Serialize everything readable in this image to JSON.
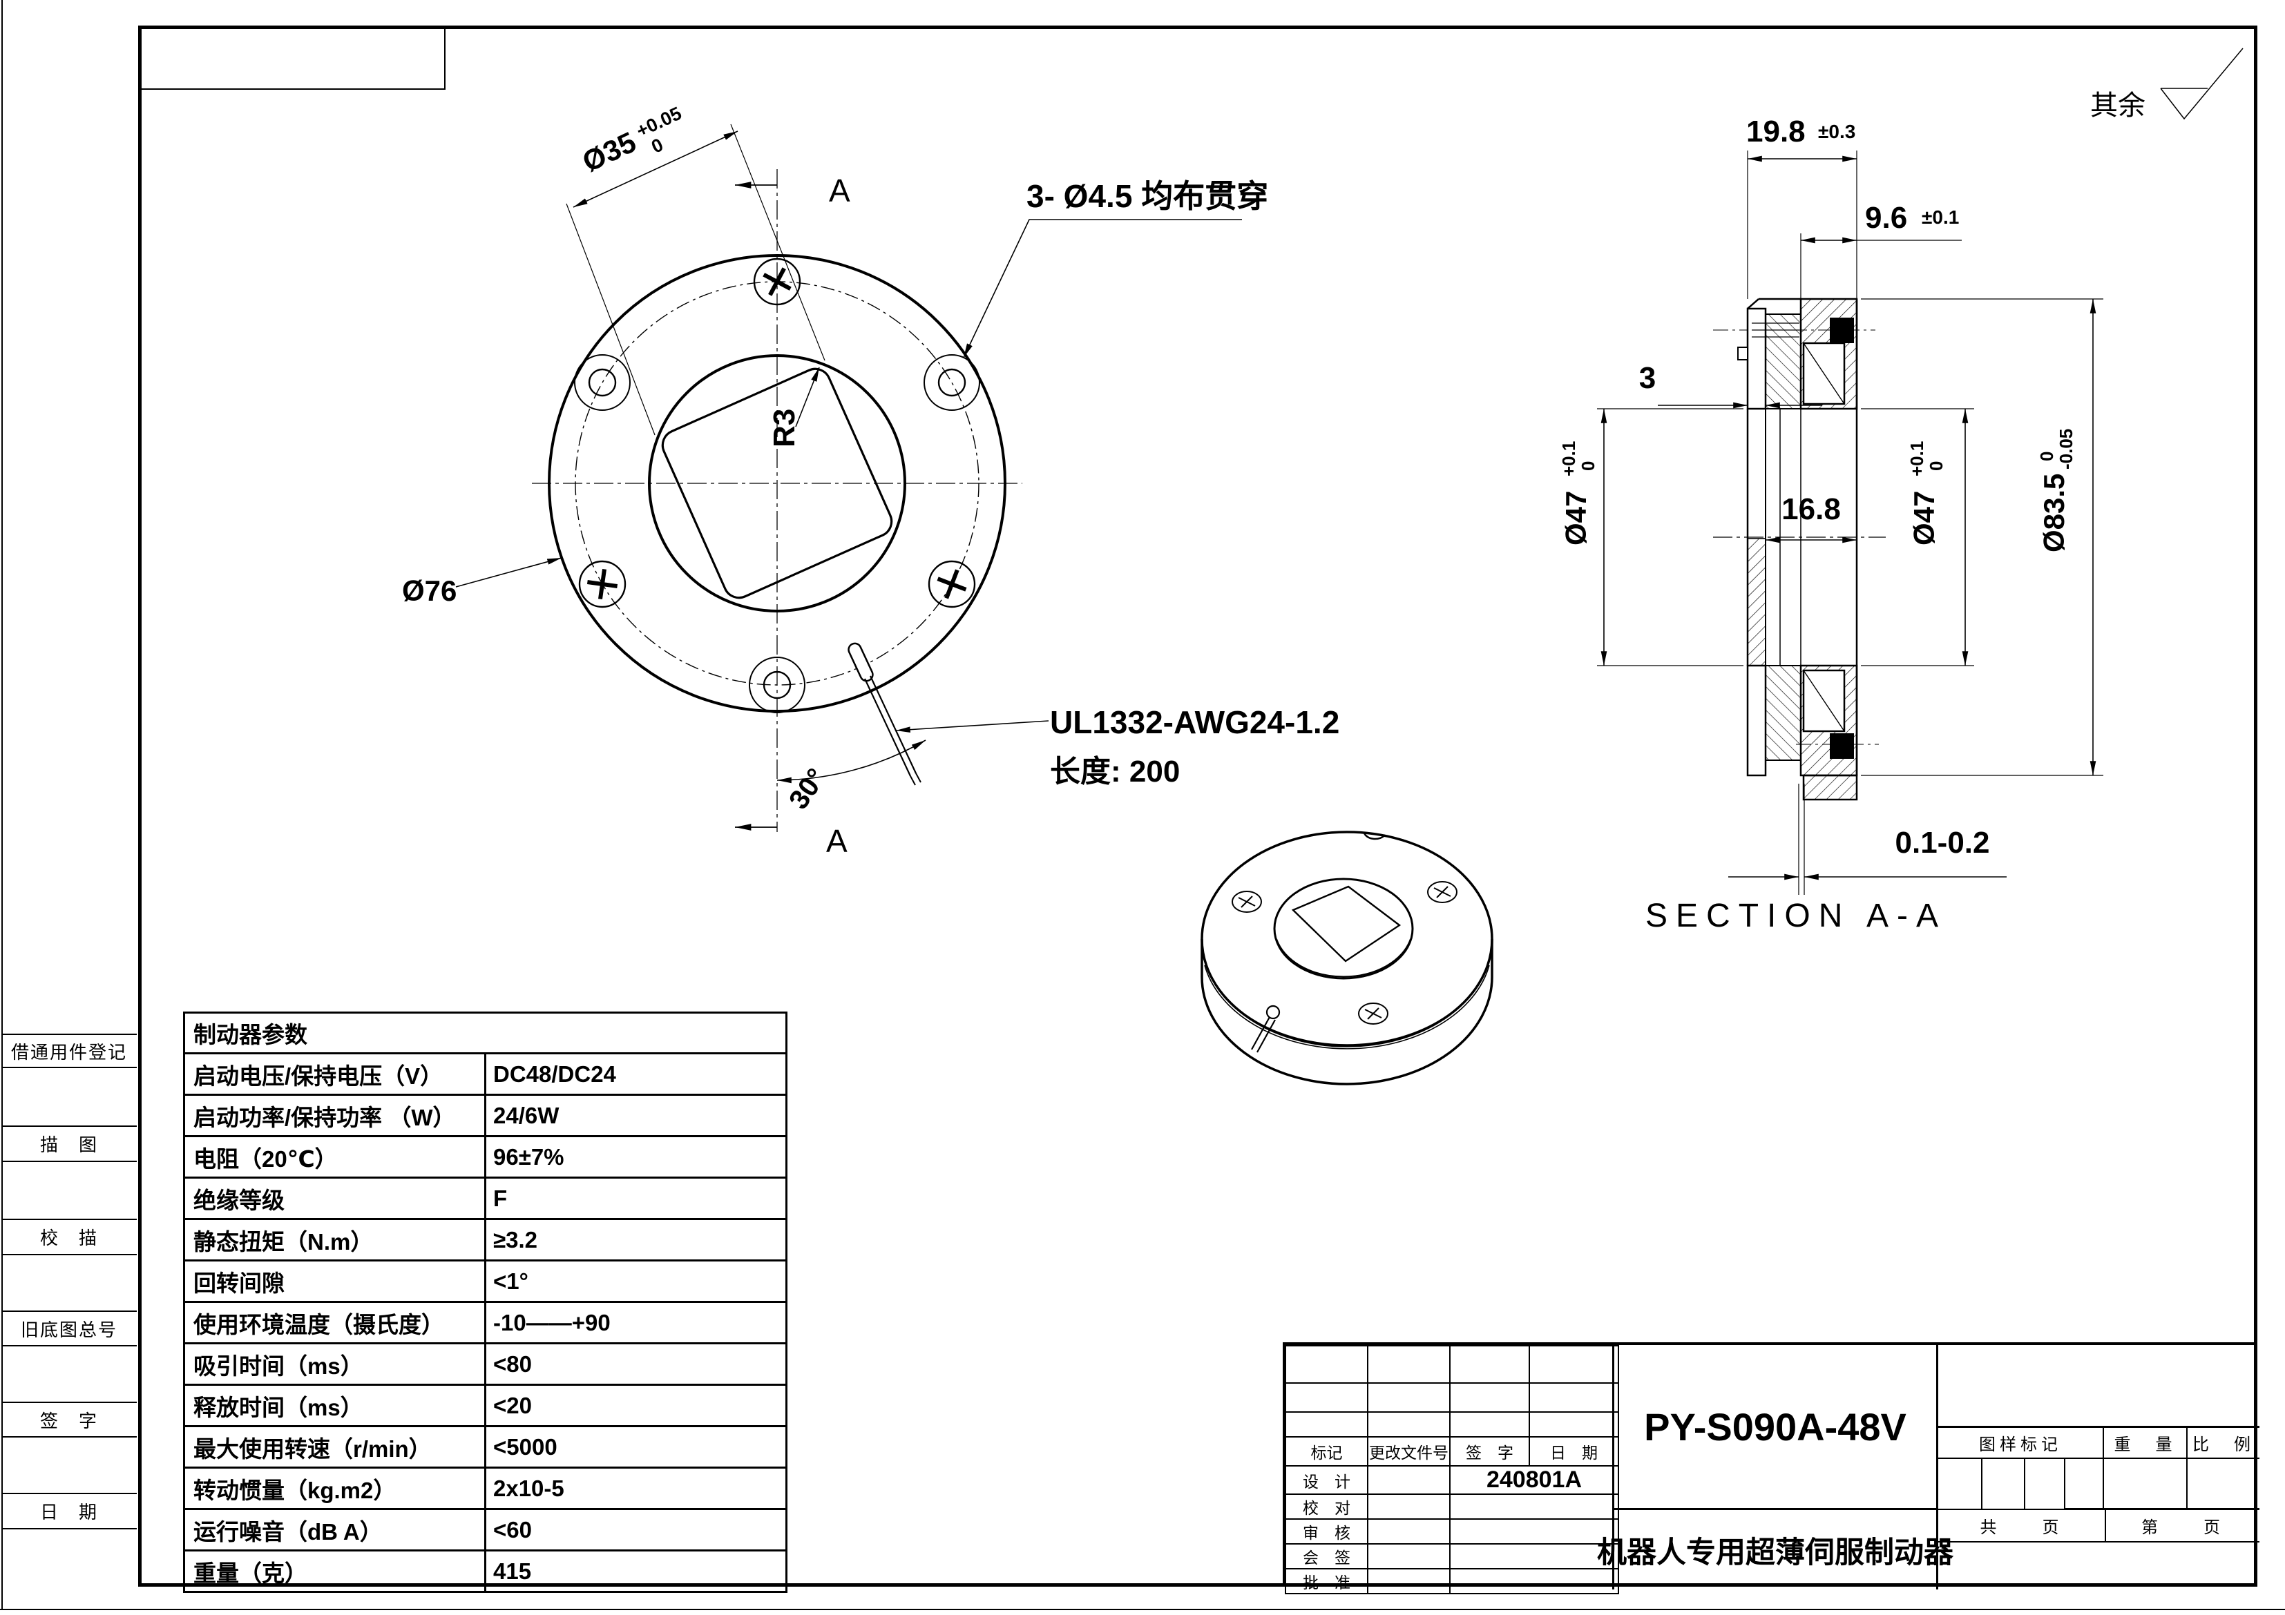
{
  "sheet": {
    "surface_note": "其余"
  },
  "front_view": {
    "d35": "Ø35",
    "d35_tol_up": "+0.05",
    "d35_tol_dn": "0",
    "holes_label": "3- Ø4.5 均布贯穿",
    "r3": "R3",
    "d76": "Ø76",
    "angle30": "30°",
    "sec_letter_top": "A",
    "sec_letter_bottom": "A",
    "wire_line1": "UL1332-AWG24-1.2",
    "wire_line2": "长度: 200"
  },
  "section_view": {
    "title": "SECTION A-A",
    "w198": "19.8",
    "w198_tol": "±0.3",
    "w96": "9.6",
    "w96_tol": "±0.1",
    "t3": "3",
    "w168": "16.8",
    "d47_left": "Ø47",
    "d47_left_tol_up": "+0.1",
    "d47_left_tol_dn": "0",
    "d47_right": "Ø47",
    "d47_right_tol_up": "+0.1",
    "d47_right_tol_dn": "0",
    "d835": "Ø83.5",
    "d835_tol_up": "0",
    "d835_tol_dn": "-0.05",
    "gap": "0.1-0.2"
  },
  "left_margin": {
    "items": [
      {
        "label": "借通用件登记"
      },
      {
        "label": "描　图"
      },
      {
        "label": "校　描"
      },
      {
        "label": "旧底图总号"
      },
      {
        "label": "签　字"
      },
      {
        "label": "日　期"
      }
    ]
  },
  "params_table": {
    "title": "制动器参数",
    "rows": [
      {
        "label": "启动电压/保持电压（V）",
        "value": "DC48/DC24"
      },
      {
        "label": "启动功率/保持功率 （W）",
        "value": "24/6W"
      },
      {
        "label": "电阻（20℃）",
        "value": "96±7%"
      },
      {
        "label": "绝缘等级",
        "value": "F"
      },
      {
        "label": "静态扭矩（N.m）",
        "value": "≥3.2"
      },
      {
        "label": "回转间隙",
        "value": "<1°"
      },
      {
        "label": "使用环境温度（摄氏度）",
        "value": "-10——+90"
      },
      {
        "label": "吸引时间（ms）",
        "value": "<80"
      },
      {
        "label": "释放时间（ms）",
        "value": "<20"
      },
      {
        "label": "最大使用转速（r/min）",
        "value": "<5000"
      },
      {
        "label": "转动惯量（kg.m2）",
        "value": "2x10-5"
      },
      {
        "label": "运行噪音（dB A）",
        "value": "<60"
      },
      {
        "label": "重量（克）",
        "value": "415"
      }
    ]
  },
  "title_block": {
    "mark": "标记",
    "change_doc": "更改文件号",
    "sign": "签　字",
    "date": "日　期",
    "design": "设　计",
    "design_date": "240801A",
    "check": "校　对",
    "audit": "审　核",
    "countersign": "会　签",
    "approve": "批　准",
    "model": "PY-S090A-48V",
    "product_name": "机器人专用超薄伺服制动器",
    "drawing_mark": "图样标记",
    "weight": "重　量",
    "scale": "比　例",
    "pages_total": "共　　页",
    "page_no": "第　　页"
  }
}
